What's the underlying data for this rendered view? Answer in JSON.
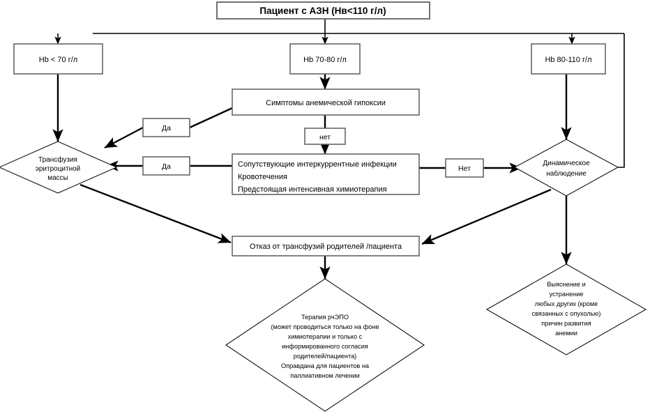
{
  "diagram": {
    "kind": "flowchart",
    "language": "ru",
    "title_node": "Пациент с АЗН (Нв<110 г/л)",
    "branches": {
      "low": "Hb < 70 г/л",
      "mid": "Hb 70-80 г/л",
      "high": "Hb 80-110 г/л"
    },
    "decisions": {
      "symptoms": "Симптомы анемической гипоксии",
      "conditions_line1": "Сопутствующие интеркуррентные инфекции",
      "conditions_line2": "Кровотечения",
      "conditions_line3": "Предстоящая интенсивная химиотерапия"
    },
    "labels": {
      "yes_top": "Да",
      "yes_mid": "Да",
      "no_vertical": "нет",
      "no_right": "Нет"
    },
    "outcomes": {
      "transfusion_l1": "Трансфузия",
      "transfusion_l2": "эритроцитной",
      "transfusion_l3": "массы",
      "monitoring_l1": "Динамическое",
      "monitoring_l2": "наблюдение",
      "refusal": "Отказ от трансфузий родителей /пациента",
      "epo": [
        "Терапия рчЭПО",
        "(может проводиться только на фоне",
        "химиотерапии и только с",
        "информированного согласия",
        "родителей/пациента)",
        "Оправдана для пациентов на",
        "паллиативном лечении"
      ],
      "causes": [
        "Выяснение и",
        "устранение",
        "любых других (кроме",
        "связанных с опухолью)",
        "причин развития",
        "анемии"
      ]
    },
    "colors": {
      "stroke": "#000000",
      "box_border": "#666666",
      "background": "#ffffff"
    }
  }
}
